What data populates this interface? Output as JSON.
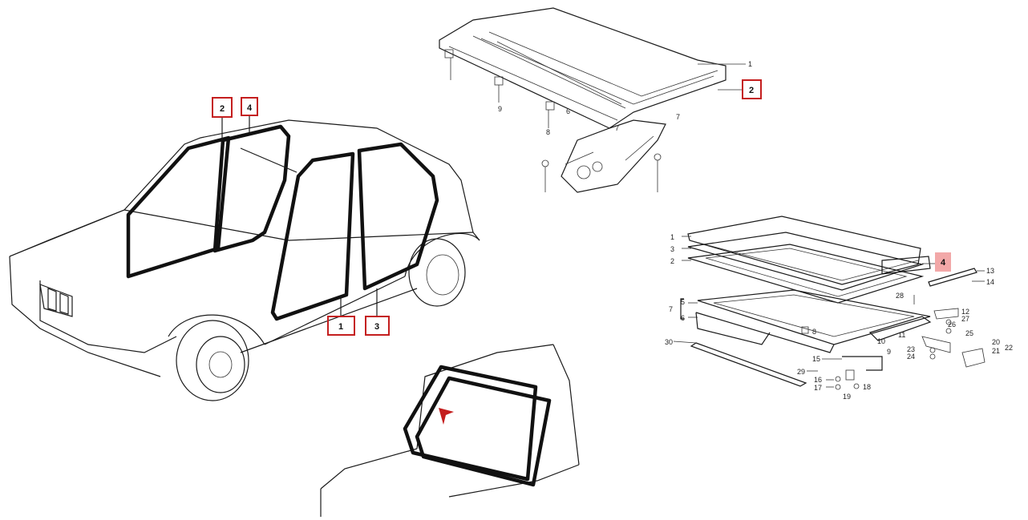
{
  "car_side_view": {
    "callouts": [
      {
        "id": "c1",
        "text": "2"
      },
      {
        "id": "c2",
        "text": "4"
      },
      {
        "id": "c3",
        "text": "1"
      },
      {
        "id": "c4",
        "text": "3"
      }
    ]
  },
  "roof_view": {
    "labels": [
      {
        "id": "r1",
        "text": "1"
      },
      {
        "id": "r2",
        "text": "2"
      },
      {
        "id": "r9",
        "text": "9"
      },
      {
        "id": "r8",
        "text": "8"
      },
      {
        "id": "r6",
        "text": "6"
      },
      {
        "id": "r7a",
        "text": "7"
      },
      {
        "id": "r7b",
        "text": "7"
      }
    ]
  },
  "sunroof_view": {
    "labels": [
      {
        "id": "s1",
        "text": "1"
      },
      {
        "id": "s3",
        "text": "3"
      },
      {
        "id": "s2",
        "text": "2"
      },
      {
        "id": "s7",
        "text": "7"
      },
      {
        "id": "s5",
        "text": "5"
      },
      {
        "id": "s6",
        "text": "6"
      },
      {
        "id": "s30",
        "text": "30"
      },
      {
        "id": "s4",
        "text": "4"
      },
      {
        "id": "s13",
        "text": "13"
      },
      {
        "id": "s14",
        "text": "14"
      },
      {
        "id": "s28",
        "text": "28"
      },
      {
        "id": "s12",
        "text": "12"
      },
      {
        "id": "s27",
        "text": "27"
      },
      {
        "id": "s26",
        "text": "26"
      },
      {
        "id": "s25",
        "text": "25"
      },
      {
        "id": "s8",
        "text": "8"
      },
      {
        "id": "s11",
        "text": "11"
      },
      {
        "id": "s10",
        "text": "10"
      },
      {
        "id": "s9",
        "text": "9"
      },
      {
        "id": "s20",
        "text": "20"
      },
      {
        "id": "s21",
        "text": "21"
      },
      {
        "id": "s22",
        "text": "22"
      },
      {
        "id": "s23",
        "text": "23"
      },
      {
        "id": "s24",
        "text": "24"
      },
      {
        "id": "s15",
        "text": "15"
      },
      {
        "id": "s29",
        "text": "29"
      },
      {
        "id": "s16",
        "text": "16"
      },
      {
        "id": "s17",
        "text": "17"
      },
      {
        "id": "s18",
        "text": "18"
      },
      {
        "id": "s19",
        "text": "19"
      }
    ]
  },
  "colors": {
    "highlight": "#c41e1e",
    "highlight_fill": "#f2a8a8",
    "line": "#1a1a1a"
  }
}
